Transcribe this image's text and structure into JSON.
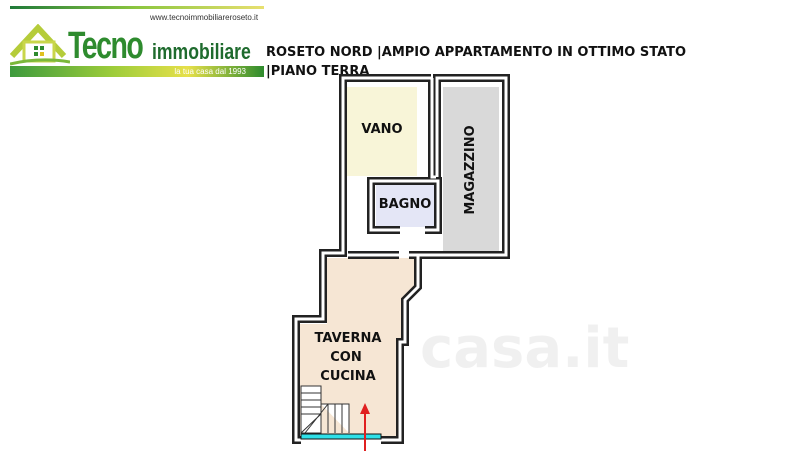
{
  "header": {
    "website": "www.tecnoimmobiliareroseto.it",
    "brand_primary": "Tecno",
    "brand_secondary": "immobiliare",
    "slogan": "la tua casa dal 1993",
    "title_line1": "ROSETO NORD |AMPIO APPARTAMENTO IN OTTIMO STATO",
    "title_line2": "|PIANO TERRA"
  },
  "floorplan": {
    "rooms": [
      {
        "name": "VANO",
        "color": "#f8f5d8"
      },
      {
        "name": "BAGNO",
        "color": "#e4e6f6"
      },
      {
        "name": "MAGAZZINO",
        "color": "#d9d9d9"
      },
      {
        "name_lines": [
          "TAVERNA",
          "CON",
          "CUCINA"
        ],
        "color": "#f6e6d4"
      }
    ],
    "entrance_arrow_color": "#e02020",
    "window_color": "#2fe0e8"
  },
  "watermark": "casa.it"
}
